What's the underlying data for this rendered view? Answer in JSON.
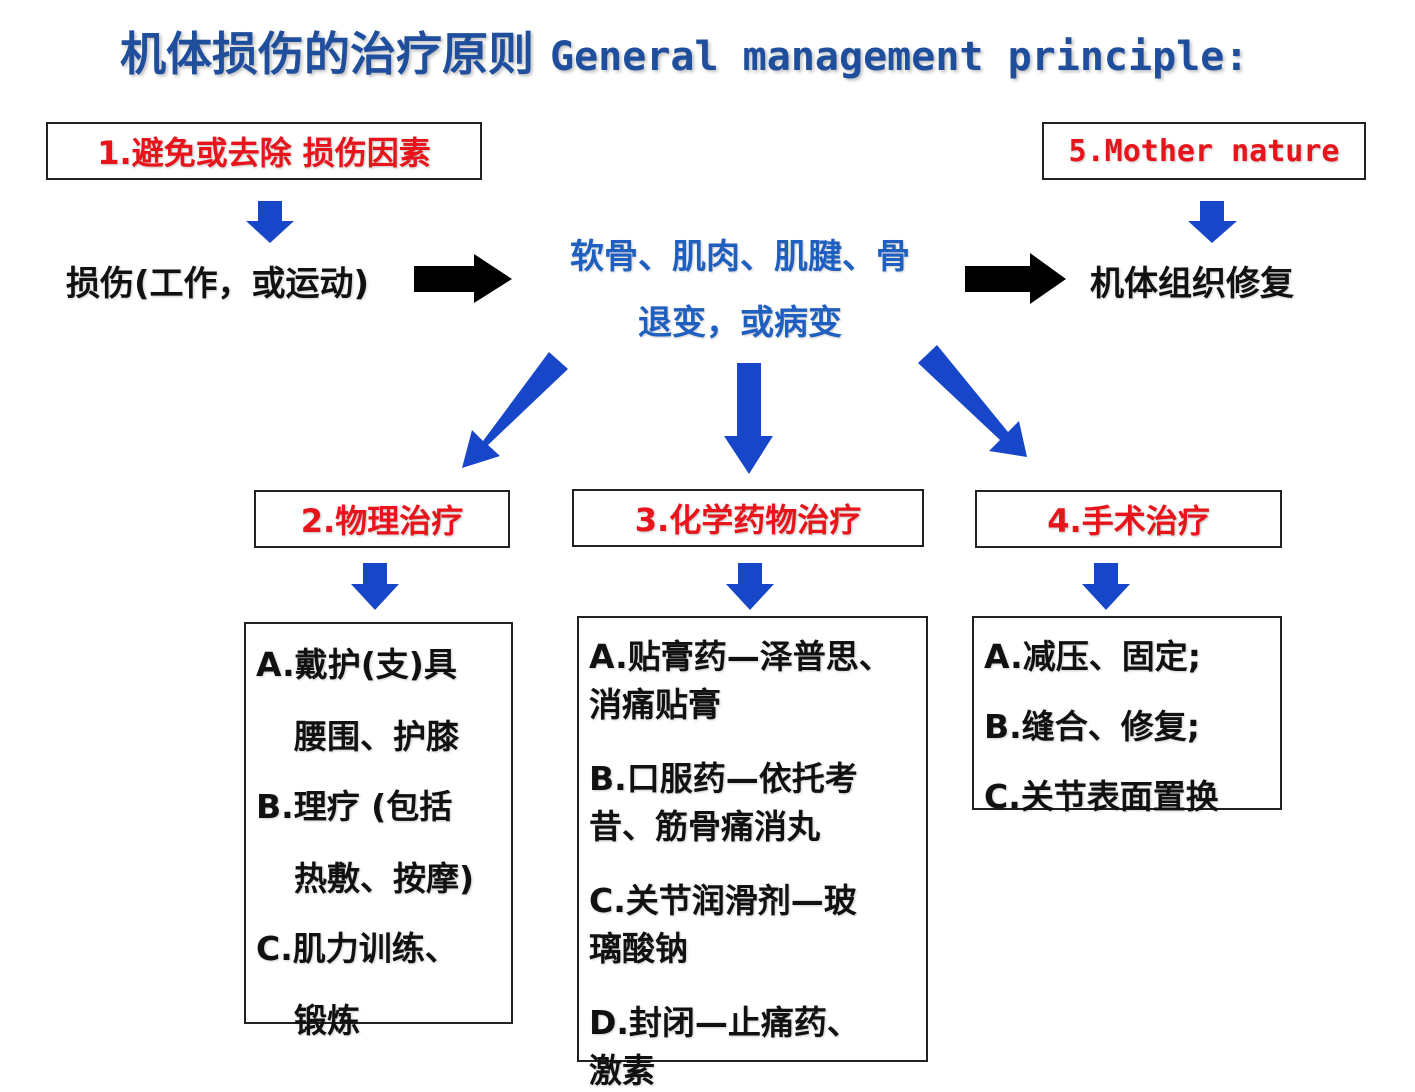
{
  "title": {
    "zh": "机体损伤的治疗原则",
    "en": "General management principle:"
  },
  "colors": {
    "title_blue": "#1f4e9c",
    "heading_red": "#e8141c",
    "center_blue": "#1f5fbf",
    "arrow_blue": "#1846c8",
    "arrow_black": "#000000"
  },
  "step1": {
    "label": "1.避免或去除 损伤因素"
  },
  "step5": {
    "label": "5.Mother nature"
  },
  "injury": {
    "label": "损伤(工作，或运动)"
  },
  "center": {
    "line1": "软骨、肌肉、肌腱、骨",
    "line2": "退变，或病变"
  },
  "repair": {
    "label": "机体组织修复"
  },
  "step2": {
    "label": "2.物理治疗",
    "items": [
      {
        "main": "A.戴护(支)具",
        "sub": "腰围、护膝"
      },
      {
        "main": "B.理疗 (包括",
        "sub": "热敷、按摩)"
      },
      {
        "main": "C.肌力训练、",
        "sub": "锻炼"
      }
    ]
  },
  "step3": {
    "label": "3.化学药物治疗",
    "items": [
      {
        "main": "A.贴膏药—泽普思、",
        "sub": "消痛贴膏"
      },
      {
        "main": "B.口服药—依托考",
        "sub": "昔、筋骨痛消丸"
      },
      {
        "main": "C.关节润滑剂—玻",
        "sub": "璃酸钠"
      },
      {
        "main": "D.封闭—止痛药、",
        "sub": "激素"
      }
    ]
  },
  "step4": {
    "label": "4.手术治疗",
    "items": [
      {
        "main": "A.减压、固定;"
      },
      {
        "main": "B.缝合、修复;"
      },
      {
        "main": "C.关节表面置换"
      }
    ]
  }
}
